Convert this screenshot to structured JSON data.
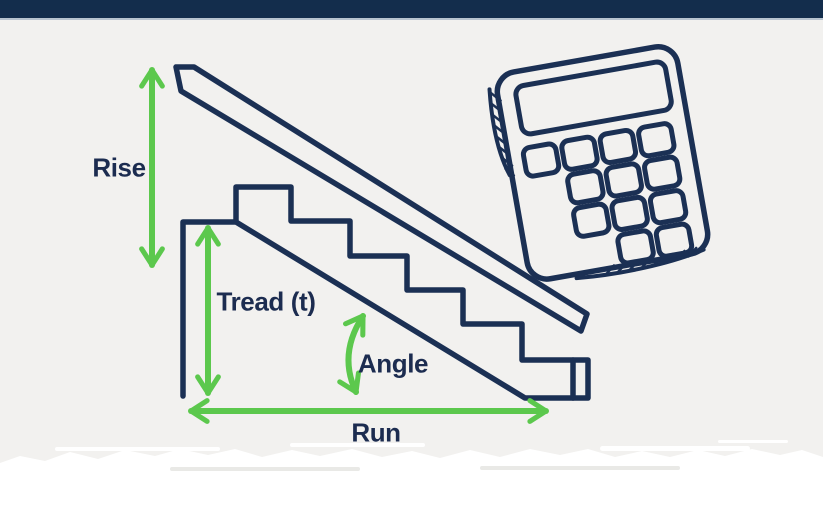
{
  "theme": {
    "top_bar": "#132d4c",
    "diagram_line": "#1b3054",
    "label_text": "#1c2c50",
    "arrow_green": "#5cc84d",
    "background": "#f2f1ef",
    "page_bottom": "#ffffff",
    "bar_edge": "#b7c3cf",
    "torn_streak_gray": "#e9e9e6"
  },
  "diagram": {
    "labels": {
      "rise": "Rise",
      "tread": "Tread (t)",
      "angle": "Angle",
      "run": "Run"
    }
  }
}
